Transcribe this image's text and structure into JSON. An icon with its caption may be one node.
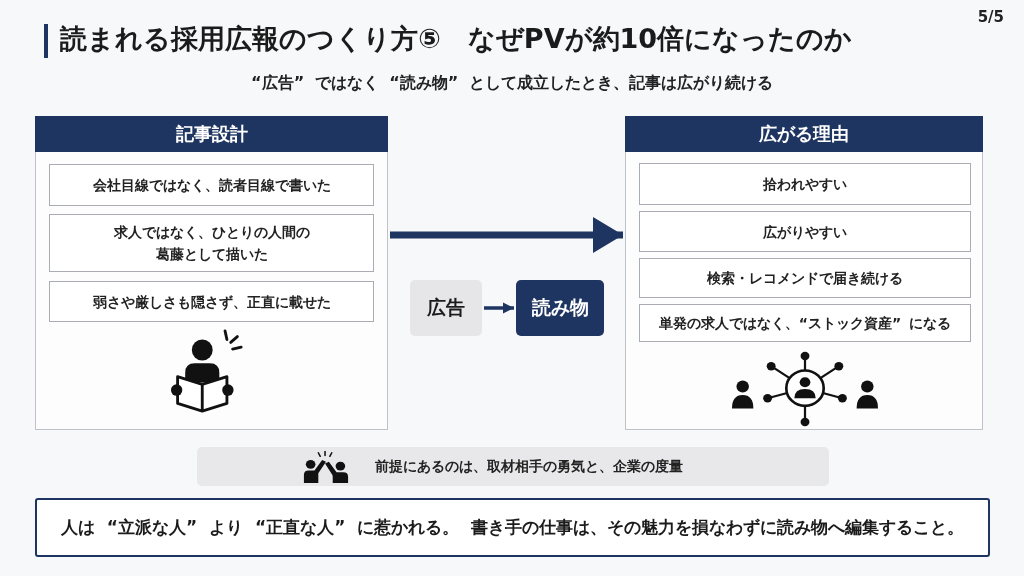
{
  "diagram": {
    "title": "読まれる採用広報のつくり方⑤　なぜPVが約10倍になったのか",
    "nodes": [
      {
        "text": [
          "記事設計"
        ]
      },
      {
        "text": [
          "会社目線ではなく、読者目線で書いた"
        ],
        "in": 0
      },
      {
        "text": [
          "求人ではなく、ひとりの人間の葛藤として描いた"
        ],
        "in": 0
      },
      {
        "text": [
          "弱さや厳しさも隠さず、正直に載せた"
        ],
        "in": 0
      },
      {
        "text": [
          "広がる理由"
        ]
      },
      {
        "text": [
          "拾われやすい"
        ],
        "in": 4
      },
      {
        "text": [
          "広がりやすい"
        ],
        "in": 4
      },
      {
        "text": [
          "検索・レコメンドで届き続ける"
        ],
        "in": 4
      },
      {
        "text": [
          "単発の求人ではなく、“ストック資産” になる"
        ],
        "in": 4
      },
      {
        "text": [
          "広告"
        ]
      },
      {
        "text": [
          "読み物"
        ]
      },
      {
        "text": [
          "前提にあるのは、取材相手の勇気と、企業の度量"
        ]
      },
      {
        "text": [
          "人は **“立派な人”** より **“正直な人”** に惹かれる。 書き手の仕事は、その魅力を損なわずに読み物へ編集すること。"
        ]
      }
    ],
    "edges": [
      {
        "from": 0,
        "to": 4,
        "arrow": "to",
        "style": "thick"
      },
      {
        "from": 9,
        "to": 10,
        "arrow": "to"
      }
    ],
    "labels": [
      "5/5",
      "“**広告**” ではなく “**読み物**” として成立したとき、記事は広がり続ける"
    ]
  }
}
